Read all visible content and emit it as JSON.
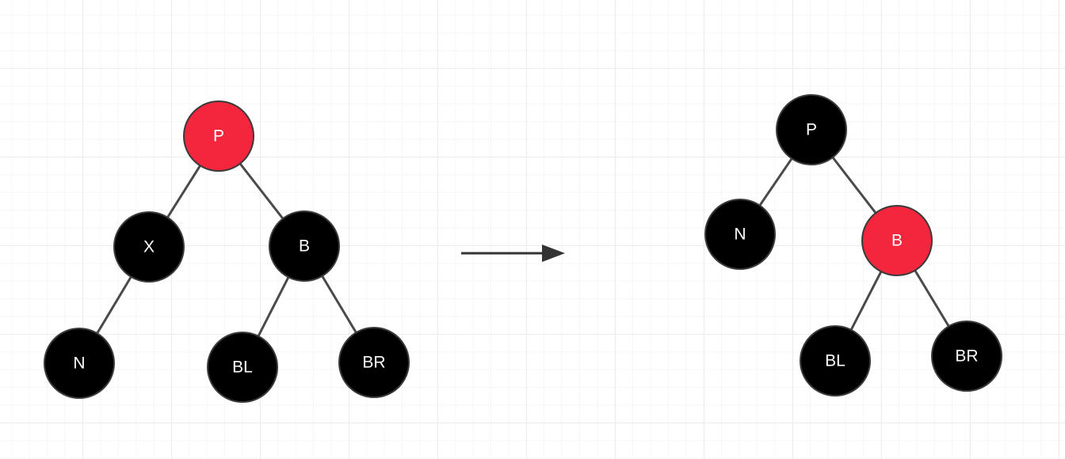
{
  "colors": {
    "red_node": "#f4263e",
    "black_node": "#000000",
    "node_stroke": "#3a3a3a",
    "edge": "#4a4a4a",
    "arrow": "#333333",
    "label": "#ffffff"
  },
  "before_tree": {
    "nodes": [
      {
        "id": "P",
        "label": "P",
        "color": "red"
      },
      {
        "id": "X",
        "label": "X",
        "color": "black"
      },
      {
        "id": "B",
        "label": "B",
        "color": "black"
      },
      {
        "id": "N",
        "label": "N",
        "color": "black"
      },
      {
        "id": "BL",
        "label": "BL",
        "color": "black"
      },
      {
        "id": "BR",
        "label": "BR",
        "color": "black"
      }
    ],
    "edges": [
      [
        "P",
        "X"
      ],
      [
        "P",
        "B"
      ],
      [
        "X",
        "N"
      ],
      [
        "B",
        "BL"
      ],
      [
        "B",
        "BR"
      ]
    ]
  },
  "after_tree": {
    "nodes": [
      {
        "id": "P",
        "label": "P",
        "color": "black"
      },
      {
        "id": "N",
        "label": "N",
        "color": "black"
      },
      {
        "id": "B",
        "label": "B",
        "color": "red"
      },
      {
        "id": "BL",
        "label": "BL",
        "color": "black"
      },
      {
        "id": "BR",
        "label": "BR",
        "color": "black"
      }
    ],
    "edges": [
      [
        "P",
        "N"
      ],
      [
        "P",
        "B"
      ],
      [
        "B",
        "BL"
      ],
      [
        "B",
        "BR"
      ]
    ]
  },
  "transition_arrow": {
    "icon": "right-arrow-icon"
  }
}
